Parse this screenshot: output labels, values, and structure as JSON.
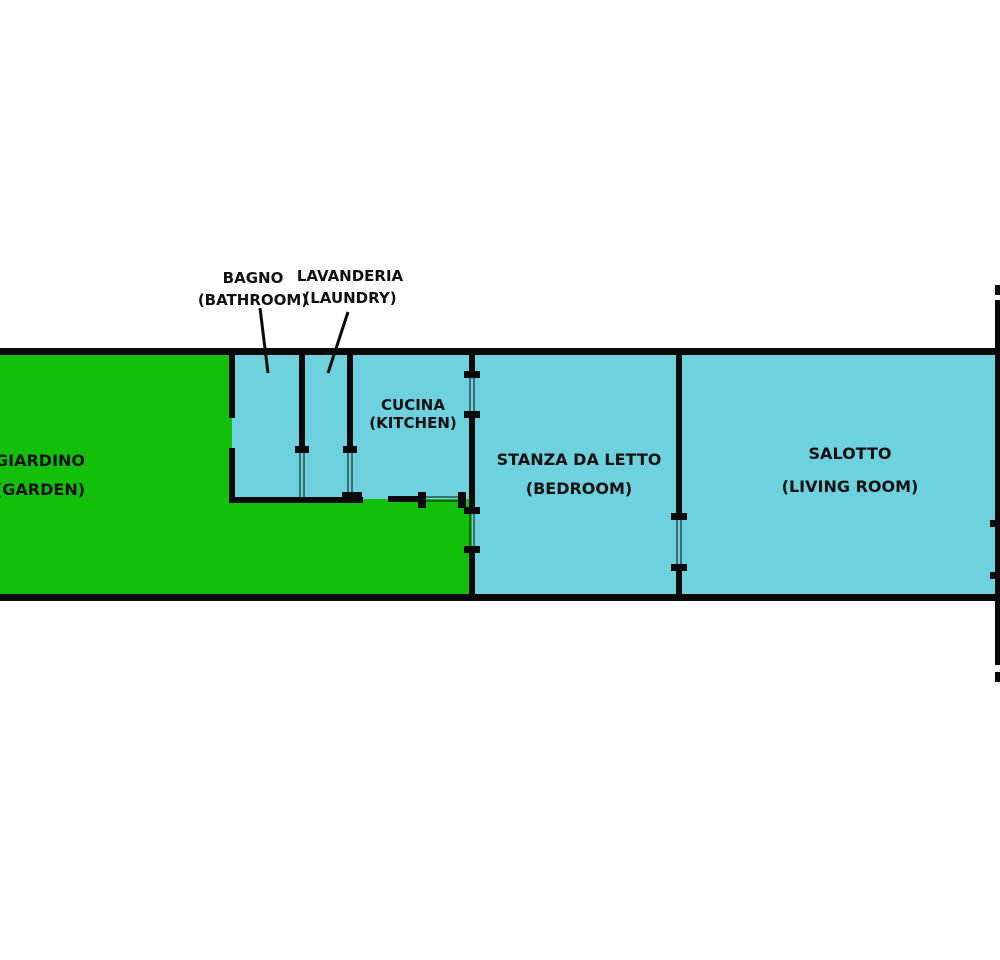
{
  "title": "Floor plan",
  "colors": {
    "garden": "#12c00a",
    "room": "#6dd1de",
    "wall": "#0a0a0a",
    "background": "#ffffff"
  },
  "rooms": [
    {
      "id": "garden",
      "name": "GIARDINO",
      "translation": "(GARDEN)"
    },
    {
      "id": "bathroom",
      "name": "BAGNO",
      "translation": "(BATHROOM)"
    },
    {
      "id": "laundry",
      "name": "LAVANDERIA",
      "translation": "(LAUNDRY)"
    },
    {
      "id": "kitchen",
      "name": "CUCINA",
      "translation": "(KITCHEN)"
    },
    {
      "id": "bedroom",
      "name": "STANZA DA LETTO",
      "translation": "(BEDROOM)"
    },
    {
      "id": "living",
      "name": "SALOTTO",
      "translation": "(LIVING ROOM)"
    }
  ]
}
